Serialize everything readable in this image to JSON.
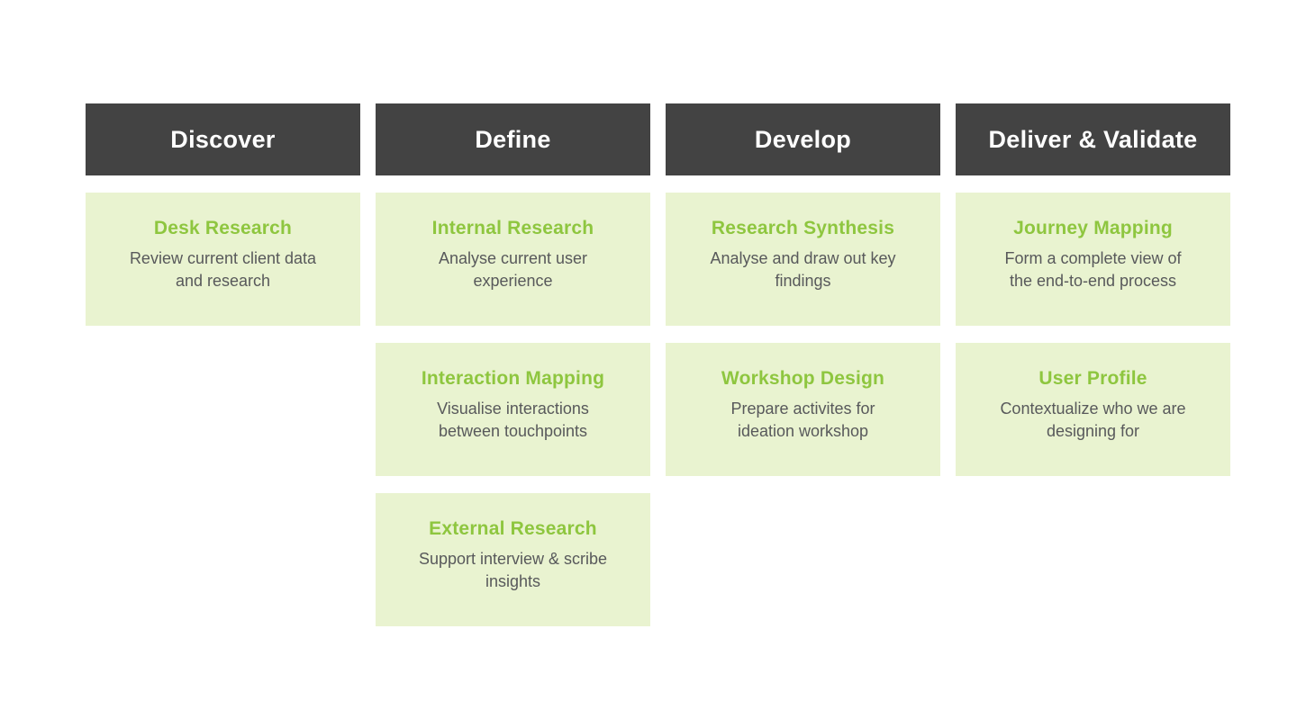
{
  "board": {
    "colors": {
      "header_bg": "#434343",
      "header_text": "#FFFFFF",
      "card_bg": "#E9F3D0",
      "card_title": "#8EC63F",
      "card_description": "#58595B",
      "page_bg": "#FFFFFF"
    },
    "columns": [
      {
        "header": "Discover",
        "cards": [
          {
            "title": "Desk Research",
            "description": "Review current client data\nand research"
          }
        ]
      },
      {
        "header": "Define",
        "cards": [
          {
            "title": "Internal Research",
            "description": "Analyse current user\nexperience"
          },
          {
            "title": "Interaction Mapping",
            "description": "Visualise interactions\nbetween touchpoints"
          },
          {
            "title": "External Research",
            "description": "Support interview & scribe\ninsights"
          }
        ]
      },
      {
        "header": "Develop",
        "cards": [
          {
            "title": "Research Synthesis",
            "description": "Analyse and draw out key\nfindings"
          },
          {
            "title": "Workshop Design",
            "description": "Prepare activites for\nideation workshop"
          }
        ]
      },
      {
        "header": "Deliver & Validate",
        "cards": [
          {
            "title": "Journey Mapping",
            "description": "Form a complete view of\nthe end-to-end process"
          },
          {
            "title": "User Profile",
            "description": "Contextualize who we are\ndesigning for"
          }
        ]
      }
    ]
  }
}
